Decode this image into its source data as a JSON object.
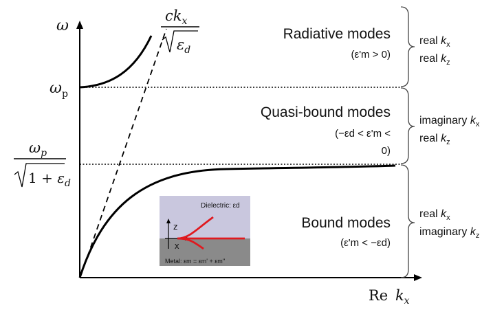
{
  "axes": {
    "y_symbol": "ω",
    "x_prefix": "Re",
    "x_var": "k",
    "x_sub": "x"
  },
  "labels": {
    "omega_p_base": "ω",
    "omega_p_sub": "p",
    "light_num": "ck",
    "light_num_sub": "x",
    "light_den_eps": "ε",
    "light_den_sub": "d",
    "sp_num_base": "ω",
    "sp_num_sub": "p",
    "sp_den_one": "1 + ",
    "sp_den_eps": "ε",
    "sp_den_sub": "d"
  },
  "regions": {
    "radiative": {
      "title": "Radiative modes",
      "cond": "(ε'm > 0)",
      "k1_pre": "real ",
      "k1_var": "k",
      "k1_sub": "x",
      "k2_pre": "real ",
      "k2_var": "k",
      "k2_sub": "z"
    },
    "quasi": {
      "title": "Quasi-bound modes",
      "cond_line1": "(−εd < ε'm <",
      "cond_line2": "0)",
      "k1_pre": "imaginary ",
      "k1_var": "k",
      "k1_sub": "x",
      "k2_pre": "real ",
      "k2_var": "k",
      "k2_sub": "z"
    },
    "bound": {
      "title": "Bound modes",
      "cond": "(ε'm < −εd)",
      "k1_pre": "real ",
      "k1_var": "k",
      "k1_sub": "x",
      "k2_pre": "imaginary ",
      "k2_var": "k",
      "k2_sub": "z"
    }
  },
  "inset": {
    "dielectric": "Dielectric: εd",
    "metal": "Metal: εm = εm' + εm''",
    "z_label": "z",
    "x_label": "x",
    "colors": {
      "dielectric_bg": "#c9c7de",
      "metal_bg": "#8a8a8a",
      "field_curve": "#e0191f"
    }
  }
}
